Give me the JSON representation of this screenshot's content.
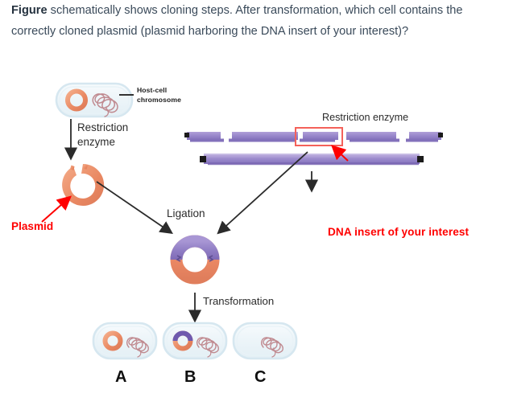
{
  "question": {
    "lead": "Figure",
    "body": " schematically shows cloning steps. After transformation, which cell contains the correctly cloned plasmid (plasmid harboring the DNA insert of your interest)?"
  },
  "figure": {
    "labels": {
      "host_cell_chromosome_line1": "Host-cell",
      "host_cell_chromosome_line2": "chromosome",
      "restriction_enzyme_left_line1": "Restriction",
      "restriction_enzyme_left_line2": "enzyme",
      "restriction_enzyme_right": "Restriction enzyme",
      "dna_insert": "DNA insert of your interest",
      "plasmid": "Plasmid",
      "ligation": "Ligation",
      "transformation": "Transformation"
    },
    "cells": [
      {
        "letter": "A",
        "has_plasmid": "yes",
        "has_insert": "no",
        "has_chromosome": "yes"
      },
      {
        "letter": "B",
        "has_plasmid": "yes",
        "has_insert": "yes",
        "has_chromosome": "yes"
      },
      {
        "letter": "C",
        "has_plasmid": "no",
        "has_insert": "no",
        "has_chromosome": "yes"
      }
    ],
    "dna_fragments_count": 5,
    "highlighted_fragment_index": 3,
    "colors": {
      "dna_purple": "#8d7ac0",
      "dna_purple_light": "#a391cf",
      "plasmid_orange": "#ea8763",
      "plasmid_orange_light": "#f2a782",
      "insert_purple": "#8a72c0",
      "cell_fill": "#eef5f9",
      "cell_border": "#cfe2ec",
      "chromosome": "#c08a90",
      "highlight_red": "#ff0000",
      "arrow_black": "#2b2b2b"
    }
  }
}
